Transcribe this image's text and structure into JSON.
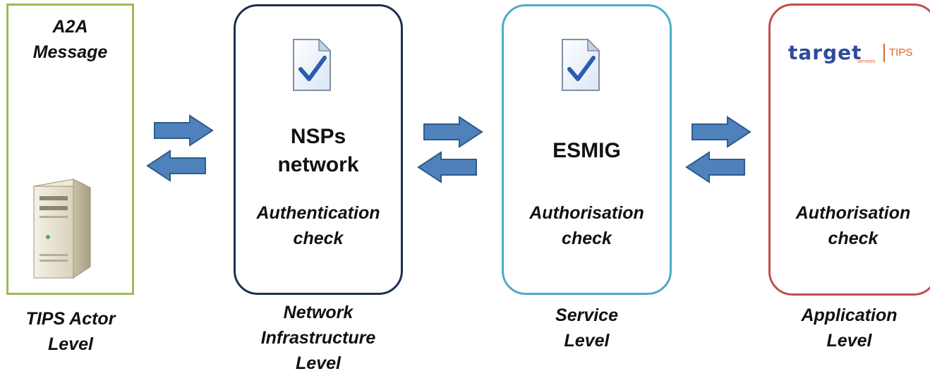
{
  "actor": {
    "message_line1": "A2A",
    "message_line2": "Message",
    "level_line1": "TIPS Actor",
    "level_line2": "Level"
  },
  "nsp": {
    "title_line1": "NSPs",
    "title_line2": "network",
    "check_line1": "Authentication",
    "check_line2": "check",
    "level_line1": "Network",
    "level_line2": "Infrastructure",
    "level_line3": "Level"
  },
  "esmig": {
    "title": "ESMIG",
    "check_line1": "Authorisation",
    "check_line2": "check",
    "level_line1": "Service",
    "level_line2": "Level"
  },
  "app": {
    "logo_word": "target",
    "logo_sub": "services",
    "logo_tips": "TIPS",
    "check_line1": "Authorisation",
    "check_line2": "check",
    "level_line1": "Application",
    "level_line2": "Level"
  },
  "colors": {
    "actor_border": "#9bbb59",
    "nsp_border": "#1f2f4f",
    "esmig_border": "#4bacc6",
    "app_border": "#c0504d",
    "arrow_fill": "#4f81bd",
    "arrow_stroke": "#2e5c8a"
  },
  "icons": [
    "document-check-icon",
    "server-icon",
    "target-tips-logo",
    "right-arrow-icon",
    "left-arrow-icon"
  ]
}
